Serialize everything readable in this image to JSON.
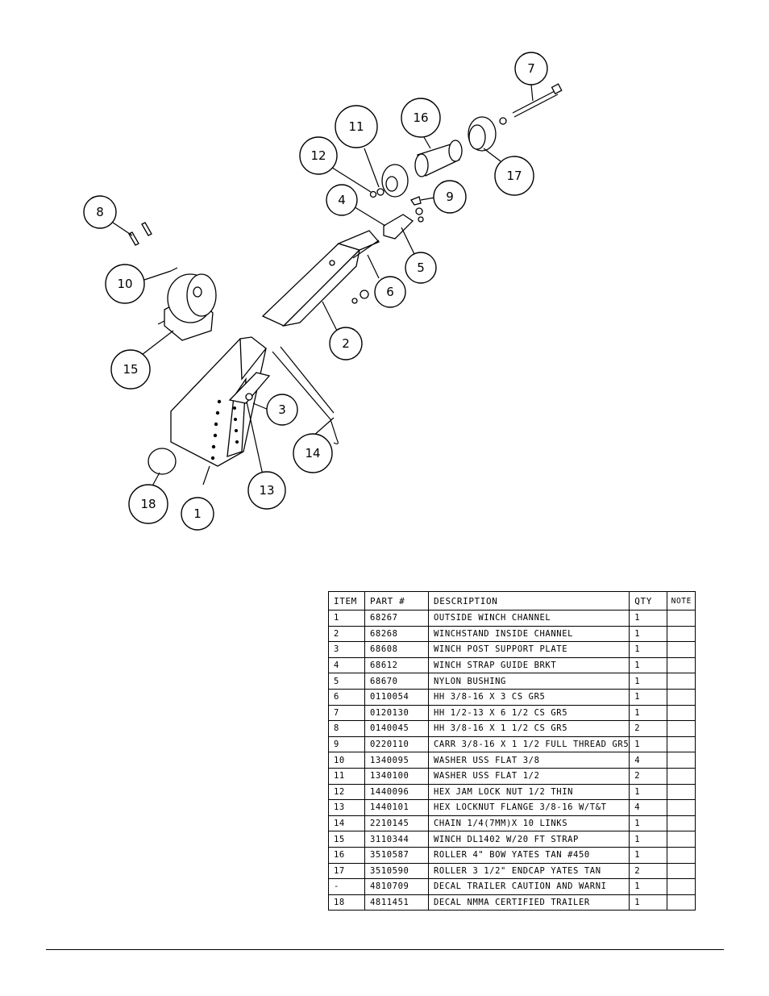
{
  "callouts": [
    {
      "id": "c1",
      "label": "1"
    },
    {
      "id": "c2",
      "label": "2"
    },
    {
      "id": "c3",
      "label": "3"
    },
    {
      "id": "c4",
      "label": "4"
    },
    {
      "id": "c5",
      "label": "5"
    },
    {
      "id": "c6",
      "label": "6"
    },
    {
      "id": "c7",
      "label": "7"
    },
    {
      "id": "c8",
      "label": "8"
    },
    {
      "id": "c9",
      "label": "9"
    },
    {
      "id": "c10",
      "label": "10"
    },
    {
      "id": "c11",
      "label": "11"
    },
    {
      "id": "c12",
      "label": "12"
    },
    {
      "id": "c13",
      "label": "13"
    },
    {
      "id": "c14",
      "label": "14"
    },
    {
      "id": "c15",
      "label": "15"
    },
    {
      "id": "c16",
      "label": "16"
    },
    {
      "id": "c17",
      "label": "17"
    },
    {
      "id": "c18",
      "label": "18"
    }
  ],
  "bom": {
    "headers": {
      "item": "ITEM",
      "part": "PART #",
      "desc": "DESCRIPTION",
      "qty": "QTY",
      "note": "NOTE"
    },
    "rows": [
      {
        "item": "1",
        "part": "68267",
        "desc": "OUTSIDE WINCH CHANNEL",
        "qty": "1",
        "note": ""
      },
      {
        "item": "2",
        "part": "68268",
        "desc": "WINCHSTAND   INSIDE CHANNEL",
        "qty": "1",
        "note": ""
      },
      {
        "item": "3",
        "part": "68608",
        "desc": "WINCH POST SUPPORT PLATE",
        "qty": "1",
        "note": ""
      },
      {
        "item": "4",
        "part": "68612",
        "desc": "WINCH STRAP GUIDE BRKT",
        "qty": "1",
        "note": ""
      },
      {
        "item": "5",
        "part": "68670",
        "desc": "NYLON BUSHING",
        "qty": "1",
        "note": ""
      },
      {
        "item": "6",
        "part": "0110054",
        "desc": "HH 3/8-16 X 3 CS GR5",
        "qty": "1",
        "note": ""
      },
      {
        "item": "7",
        "part": "0120130",
        "desc": "HH 1/2-13 X 6 1/2 CS GR5",
        "qty": "1",
        "note": ""
      },
      {
        "item": "8",
        "part": "0140045",
        "desc": "HH 3/8-16 X 1 1/2 CS GR5",
        "qty": "2",
        "note": ""
      },
      {
        "item": "9",
        "part": "0220110",
        "desc": "CARR 3/8-16 X 1 1/2 FULL THREAD GR5",
        "qty": "1",
        "note": ""
      },
      {
        "item": "10",
        "part": "1340095",
        "desc": "WASHER USS FLAT 3/8",
        "qty": "4",
        "note": ""
      },
      {
        "item": "11",
        "part": "1340100",
        "desc": "WASHER USS FLAT 1/2",
        "qty": "2",
        "note": ""
      },
      {
        "item": "12",
        "part": "1440096",
        "desc": "HEX JAM LOCK NUT 1/2 THIN",
        "qty": "1",
        "note": ""
      },
      {
        "item": "13",
        "part": "1440101",
        "desc": "HEX LOCKNUT FLANGE 3/8-16 W/T&T",
        "qty": "4",
        "note": ""
      },
      {
        "item": "14",
        "part": "2210145",
        "desc": "CHAIN 1/4(7MM)X 10 LINKS",
        "qty": "1",
        "note": ""
      },
      {
        "item": "15",
        "part": "3110344",
        "desc": "WINCH DL1402 W/20 FT STRAP",
        "qty": "1",
        "note": ""
      },
      {
        "item": "16",
        "part": "3510587",
        "desc": "ROLLER 4\" BOW YATES TAN #450",
        "qty": "1",
        "note": ""
      },
      {
        "item": "17",
        "part": "3510590",
        "desc": "ROLLER 3 1/2\" ENDCAP YATES TAN",
        "qty": "2",
        "note": ""
      },
      {
        "item": "-",
        "part": "4810709",
        "desc": "DECAL TRAILER CAUTION AND WARNI",
        "qty": "1",
        "note": ""
      },
      {
        "item": "18",
        "part": "4811451",
        "desc": " DECAL NMMA CERTIFIED TRAILER",
        "qty": "1",
        "note": ""
      }
    ]
  }
}
